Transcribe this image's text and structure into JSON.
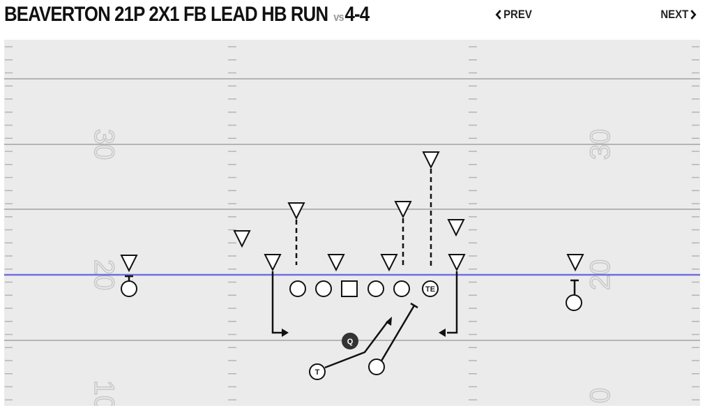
{
  "title": {
    "formation": "BEAVERTON 21P 2X1 FB LEAD HB RUN",
    "vs": "vs",
    "defense": "4-4"
  },
  "nav": {
    "prev_label": "PREV",
    "next_label": "NEXT",
    "prev_icon": "chevron-left-icon",
    "next_icon": "chevron-right-icon"
  },
  "field": {
    "colors": {
      "turf": "#ebebeb",
      "yard_line": "#b4b4b4",
      "line_of_scrimmage": "#6f6fe0",
      "number": "#c8c8c8",
      "route": "#111111",
      "quarterback_fill": "#333333"
    },
    "yard_numbers": {
      "left": [
        "30",
        "20",
        "10"
      ],
      "right": [
        "30",
        "20",
        "0"
      ]
    },
    "offense_labels": {
      "quarterback": "Q",
      "tight_end": "TE",
      "tailback": "T"
    }
  }
}
